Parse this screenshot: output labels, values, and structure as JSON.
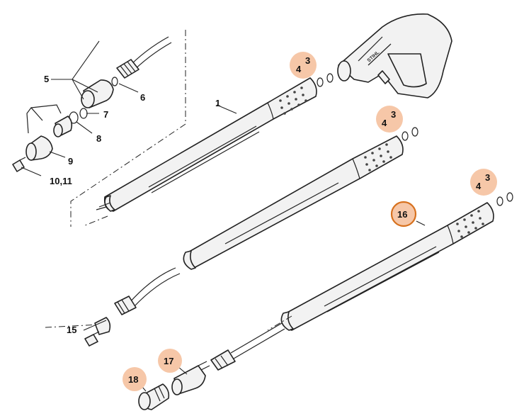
{
  "diagram": {
    "brand_mark": "STIHL",
    "callouts": {
      "c1": "1",
      "c3a": "3",
      "c4a": "4",
      "c3b": "3",
      "c4b": "4",
      "c3c": "3",
      "c4c": "4",
      "c5": "5",
      "c6": "6",
      "c7": "7",
      "c8": "8",
      "c9": "9",
      "c1011": "10,11",
      "c15": "15",
      "c16": "16",
      "c17": "17",
      "c18": "18"
    },
    "highlighted_callouts": [
      "3",
      "4",
      "16",
      "17",
      "18"
    ],
    "selected_callout": "16",
    "colors": {
      "highlight": "#f6c7a8",
      "selected_ring": "#d7711e"
    }
  }
}
